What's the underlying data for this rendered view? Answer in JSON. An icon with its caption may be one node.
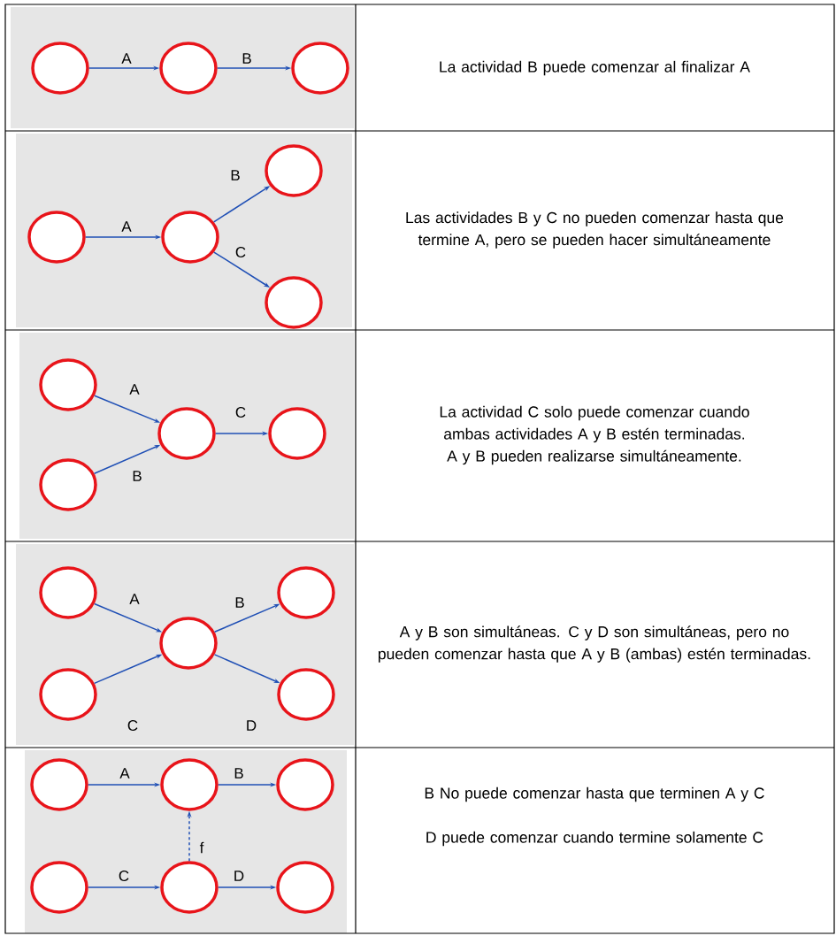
{
  "diagram": {
    "nodes": [
      {
        "text": [],
        "shape": "circle"
      },
      {
        "text": [],
        "shape": "circle"
      },
      {
        "text": [],
        "shape": "circle"
      },
      {
        "text": [],
        "shape": "circle"
      },
      {
        "text": [],
        "shape": "circle"
      },
      {
        "text": [],
        "shape": "circle"
      },
      {
        "text": [],
        "shape": "circle"
      },
      {
        "text": [],
        "shape": "circle"
      },
      {
        "text": [],
        "shape": "circle"
      },
      {
        "text": [],
        "shape": "circle"
      },
      {
        "text": [],
        "shape": "circle"
      },
      {
        "text": [],
        "shape": "circle"
      },
      {
        "text": [],
        "shape": "circle"
      },
      {
        "text": [],
        "shape": "circle"
      },
      {
        "text": [],
        "shape": "circle"
      },
      {
        "text": [],
        "shape": "circle"
      },
      {
        "text": [],
        "shape": "circle"
      },
      {
        "text": [],
        "shape": "circle"
      },
      {
        "text": [],
        "shape": "circle"
      },
      {
        "text": [],
        "shape": "circle"
      },
      {
        "text": [],
        "shape": "circle"
      },
      {
        "text": [],
        "shape": "circle"
      }
    ],
    "edges": [
      {
        "from": 0,
        "to": 1,
        "arrow": "to",
        "label": "A"
      },
      {
        "from": 1,
        "to": 2,
        "arrow": "to",
        "label": "B"
      },
      {
        "from": 3,
        "to": 4,
        "arrow": "to",
        "label": "A"
      },
      {
        "from": 4,
        "to": 5,
        "arrow": "to",
        "label": "B"
      },
      {
        "from": 4,
        "to": 6,
        "arrow": "to",
        "label": "C"
      },
      {
        "from": 7,
        "to": 9,
        "arrow": "to",
        "label": "A"
      },
      {
        "from": 8,
        "to": 9,
        "arrow": "to",
        "label": "B"
      },
      {
        "from": 9,
        "to": 10,
        "arrow": "to",
        "label": "C"
      },
      {
        "from": 11,
        "to": 13,
        "arrow": "to",
        "label": "A"
      },
      {
        "from": 12,
        "to": 13,
        "arrow": "to",
        "label": "C"
      },
      {
        "from": 13,
        "to": 14,
        "arrow": "to",
        "label": "B"
      },
      {
        "from": 13,
        "to": 15,
        "arrow": "to",
        "label": "D"
      },
      {
        "from": 16,
        "to": 17,
        "arrow": "to",
        "label": "A"
      },
      {
        "from": 17,
        "to": 18,
        "arrow": "to",
        "label": "B"
      },
      {
        "from": 19,
        "to": 20,
        "arrow": "to",
        "label": "C"
      },
      {
        "from": 20,
        "to": 21,
        "arrow": "to",
        "label": "D"
      },
      {
        "from": 20,
        "to": 17,
        "arrow": "to",
        "label": "f",
        "style": "dashed"
      }
    ],
    "labels": [
      "La actividad B puede comenzar al finalizar A",
      "Las actividades B y C no pueden comenzar hasta que termine A, pero se pueden hacer simultáneamente",
      "La actividad C solo puede comenzar cuando ambas actividades A y B estén terminadas. A y B pueden realizarse simultáneamente.",
      "A y B son simultáneas. C y D son simultáneas, pero no pueden comenzar hasta que A y B (ambas) estén terminadas.",
      "B No puede comenzar hasta que terminen A y C",
      "D puede comenzar cuando termine solamente C"
    ]
  }
}
